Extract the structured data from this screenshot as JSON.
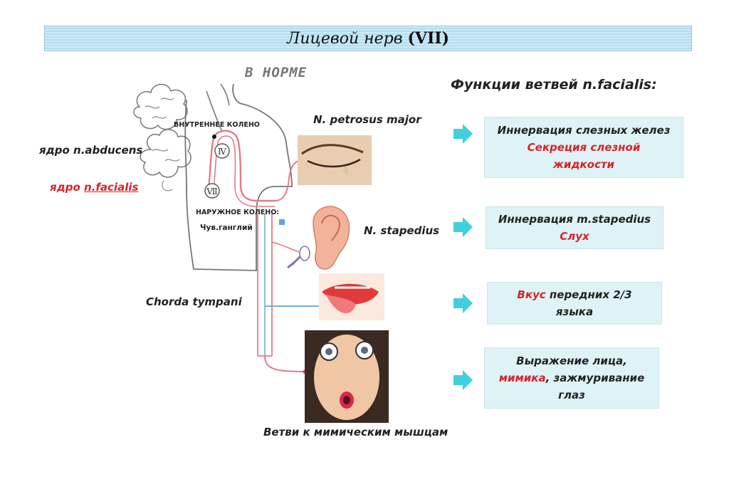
{
  "title": {
    "main": "Лицевой нерв ",
    "roman": "(VII)"
  },
  "subtitle_norm": "В НОРМЕ",
  "functions_header": "Функции ветвей n.facialis:",
  "labels": {
    "abducens": "ядро n.abducens",
    "facialis_prefix": "ядро ",
    "facialis_name": "n.facialis",
    "inner_knee": "ВНУТРЕННЕЕ КОЛЕНО",
    "outer_knee": "НАРУЖНОЕ КОЛЕНО:",
    "ganglion": "Чув.ганглий",
    "petrosus": "N. petrosus major",
    "stapedius": "N. stapedius",
    "chorda": "Chorda tympani",
    "mimic": "Ветви к мимическим мышцам",
    "numeral_upper": "Ⅳ",
    "numeral_lower": "Ⅶ"
  },
  "boxes": [
    {
      "line1": "Иннервация слезных желез",
      "line2": "Секреция слезной",
      "line3": "жидкости"
    },
    {
      "line1": "Иннервация m.stapedius",
      "line2": "Слух"
    },
    {
      "line1_red": "Вкус",
      "line1_rest": " передних 2/3",
      "line2": "языка"
    },
    {
      "line1": "Выражение лица,",
      "line2_red": "мимика",
      "line2_rest": ", зажмуривание",
      "line3": "глаз"
    }
  ],
  "colors": {
    "arrow": "#3fd0dc",
    "red_text": "#d8232a",
    "nerve": "#e57a8a",
    "box_bg": "#dff3f6"
  }
}
